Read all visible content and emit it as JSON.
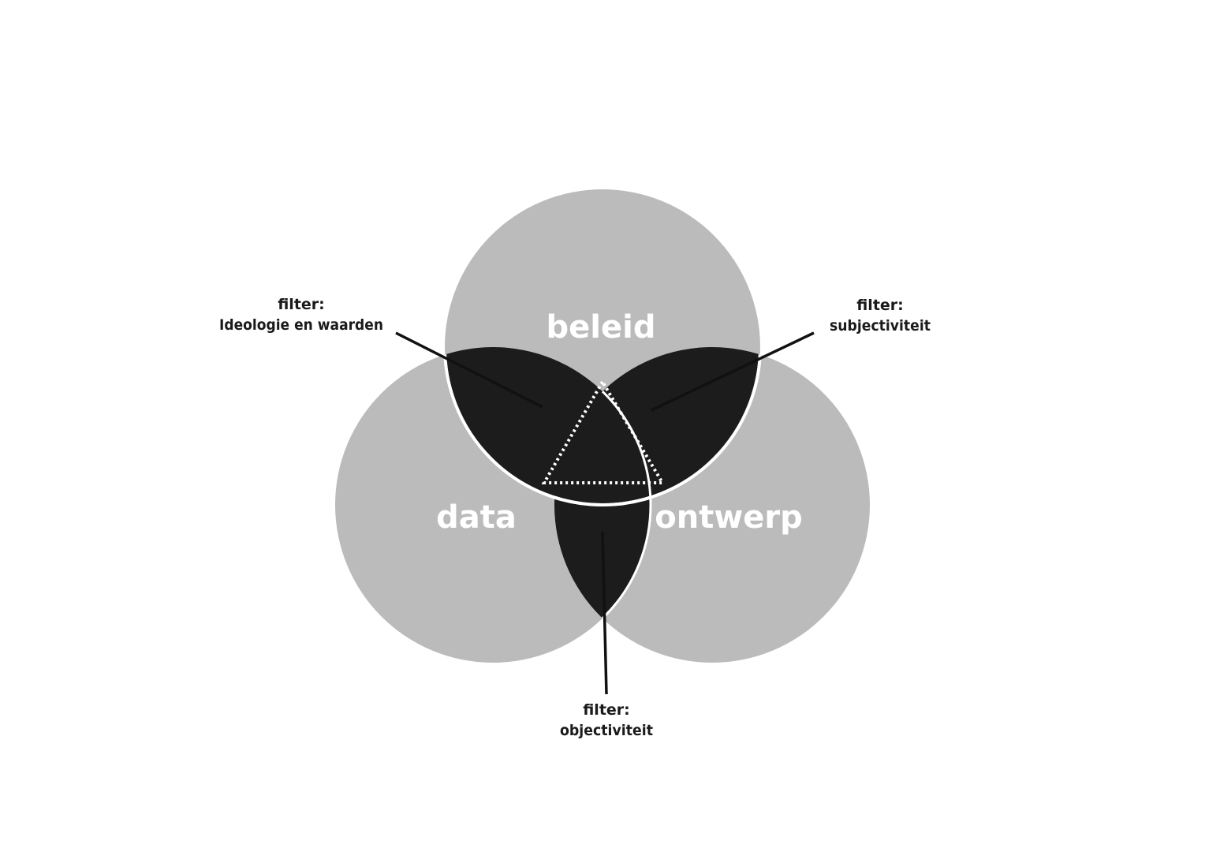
{
  "colors": {
    "background": "#ffffff",
    "circle_fill": "#bbbbbb",
    "overlap_fill": "#1c1c1c",
    "outline": "#ffffff",
    "label_text": "#ffffff",
    "annotation_text": "#1a1a1a",
    "leader_line": "#111111"
  },
  "circles": {
    "top": {
      "label": "beleid"
    },
    "left": {
      "label": "data"
    },
    "right": {
      "label": "ontwerp"
    }
  },
  "filters": {
    "left": {
      "line1": "filter:",
      "line2": "Ideologie en waarden"
    },
    "right": {
      "line1": "filter:",
      "line2": "subjectiviteit"
    },
    "bottom": {
      "line1": "filter:",
      "line2": "objectiviteit"
    }
  }
}
